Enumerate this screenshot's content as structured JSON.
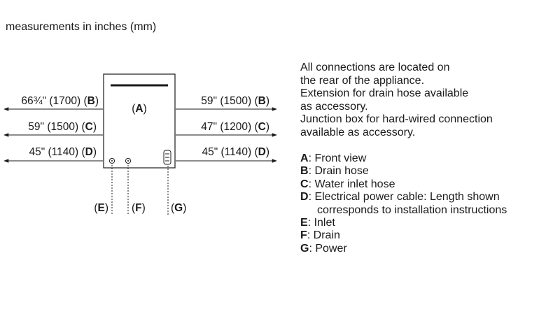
{
  "heading": "measurements in inches (mm)",
  "appliance_label": {
    "open": "(",
    "key": "A",
    "close": ")"
  },
  "left_dimensions": [
    {
      "value": "66¾\" (1700) (",
      "key": "B",
      "close": ")"
    },
    {
      "value": "59\" (1500) (",
      "key": "C",
      "close": ")"
    },
    {
      "value": "45\" (1140) (",
      "key": "D",
      "close": ")"
    }
  ],
  "right_dimensions": [
    {
      "value": "59\" (1500) (",
      "key": "B",
      "close": ")"
    },
    {
      "value": "47\" (1200) (",
      "key": "C",
      "close": ")"
    },
    {
      "value": "45\" (1140) (",
      "key": "D",
      "close": ")"
    }
  ],
  "connection_labels": [
    {
      "open": "(",
      "key": "E",
      "close": ")"
    },
    {
      "open": "(",
      "key": "F",
      "close": ")"
    },
    {
      "open": "(",
      "key": "G",
      "close": ")"
    }
  ],
  "notes": [
    "All connections are located on",
    "the rear of the appliance.",
    "Extension for drain hose available",
    "as accessory.",
    "Junction box for hard-wired connection",
    "available as accessory."
  ],
  "legend": [
    {
      "key": "A",
      "text": ": Front view"
    },
    {
      "key": "B",
      "text": ": Drain hose"
    },
    {
      "key": "C",
      "text": ": Water inlet hose"
    },
    {
      "key": "D",
      "text": ": Electrical power cable: Length shown",
      "continuation": "corresponds to installation instructions"
    },
    {
      "key": "E",
      "text": ": Inlet"
    },
    {
      "key": "F",
      "text": ": Drain"
    },
    {
      "key": "G",
      "text": ": Power"
    }
  ]
}
